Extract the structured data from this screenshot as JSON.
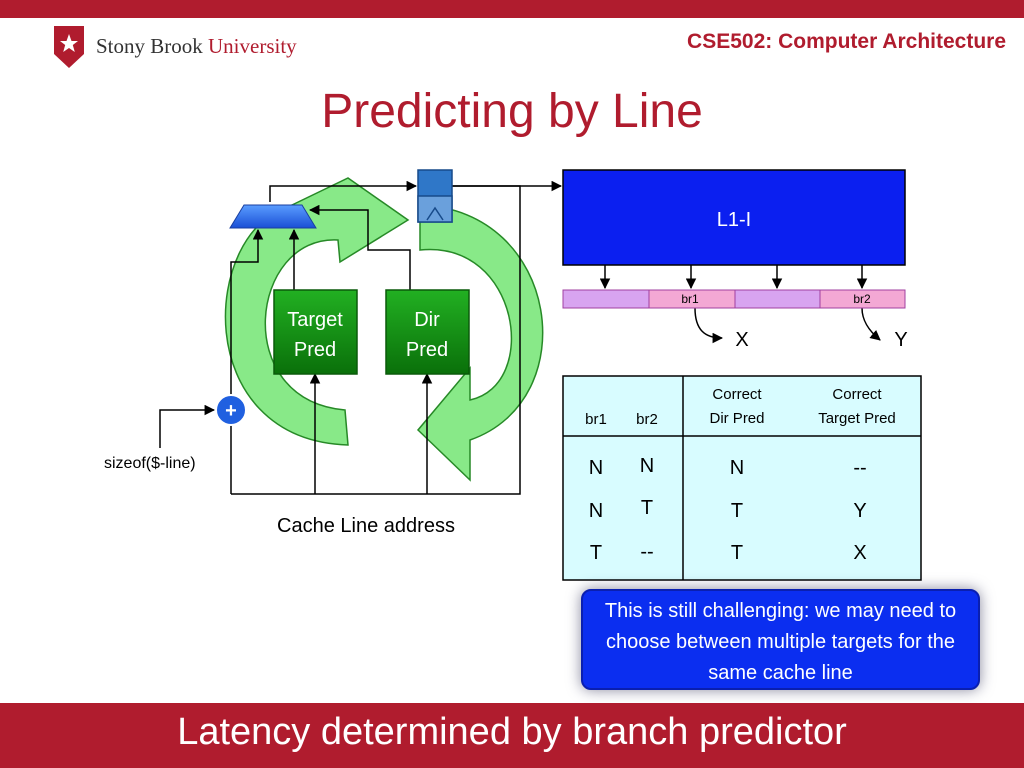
{
  "header": {
    "logo_text_main": "Stony Brook",
    "logo_text_uni": "University",
    "course": "CSE502: Computer Architecture"
  },
  "title": "Predicting by Line",
  "diagram": {
    "l1i_label": "L1-I",
    "target_pred_line1": "Target",
    "target_pred_line2": "Pred",
    "dir_pred_line1": "Dir",
    "dir_pred_line2": "Pred",
    "adder_symbol": "+",
    "sizeof_label": "sizeof($-line)",
    "cache_line_label": "Cache Line address",
    "line_br1": "br1",
    "line_br2": "br2",
    "out_x": "X",
    "out_y": "Y"
  },
  "table": {
    "headers": [
      "br1",
      "br2",
      "Correct Dir Pred",
      "Correct Target Pred"
    ],
    "header_col3_line1": "Correct",
    "header_col3_line2": "Dir Pred",
    "header_col4_line1": "Correct",
    "header_col4_line2": "Target Pred",
    "rows": [
      [
        "N",
        "N",
        "N",
        "--"
      ],
      [
        "N",
        "T",
        "T",
        "Y"
      ],
      [
        "T",
        "--",
        "T",
        "X"
      ]
    ]
  },
  "callout": "This is still challenging: we may need to choose between multiple targets for the same cache line",
  "footer": "Latency determined by branch predictor",
  "colors": {
    "brand_red": "#b01c2e",
    "l1i_blue": "#0b1ff0",
    "pred_green": "#108a10",
    "arrow_green": "#7ee87e",
    "table_bg": "#d8fcff",
    "cache_line_pink": "#f0a8d8"
  }
}
